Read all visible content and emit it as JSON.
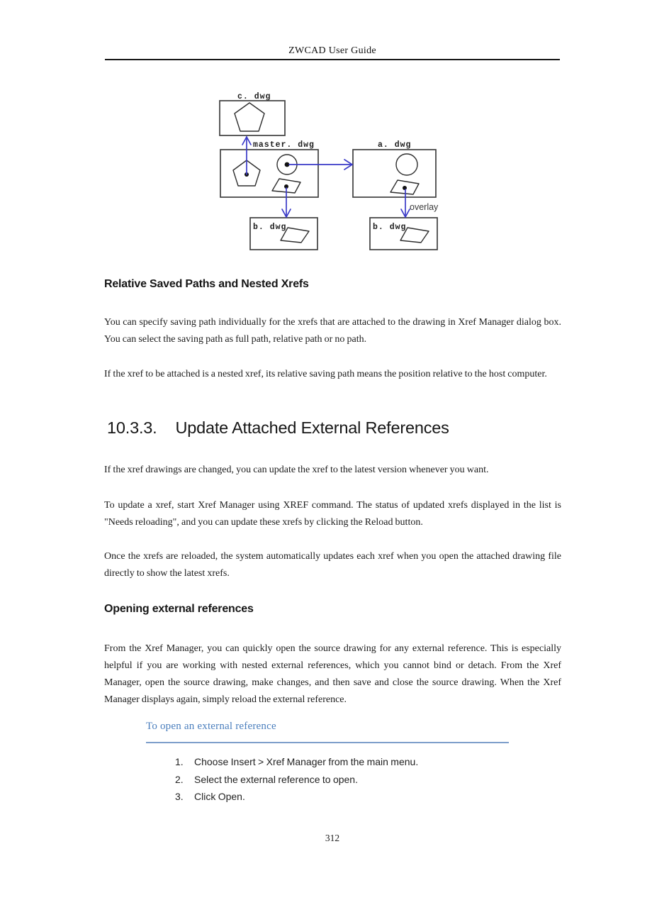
{
  "colors": {
    "accent_blue": "#4a7ebd",
    "rule_blue": "#7e9fcb",
    "arrow_blue": "#3a3ac8",
    "box_border": "#3f3f3f"
  },
  "header": {
    "title": "ZWCAD User Guide"
  },
  "diagram": {
    "labels": {
      "c_box": "c. dwg",
      "master_box": "master. dwg",
      "a_box": "a. dwg",
      "b_box_left": "b. dwg",
      "b_box_right": "b. dwg",
      "overlay": "overlay"
    }
  },
  "sections": {
    "relative_paths": {
      "heading": "Relative Saved Paths and Nested Xrefs",
      "p1": "You can specify saving path individually for the xrefs that are attached to the drawing in Xref Manager dialog box. You can select the saving path as full path, relative path or no path.",
      "p2": "If the xref to be attached is a nested xref, its relative saving path means the position relative to the host computer."
    },
    "update_refs": {
      "number": "10.3.3.",
      "title": "Update Attached External References",
      "p1": "If the xref drawings are changed, you can update the xref to the latest version whenever you want.",
      "p2": "To update a xref, start Xref Manager using XREF command. The status of updated xrefs displayed in the list is \"Needs reloading\", and you can update these xrefs by clicking the Reload button.",
      "p3": "Once the xrefs are reloaded, the system automatically updates each xref when you open the attached drawing file directly to show the latest xrefs."
    },
    "opening_refs": {
      "heading": "Opening external references",
      "p1": "From the Xref Manager, you can quickly open the source drawing for any external reference. This is especially helpful if you are working with nested external references, which you cannot bind or detach. From the Xref Manager, open the source drawing, make changes, and then save and close the source drawing. When the Xref Manager displays again, simply reload the external reference."
    }
  },
  "procedure": {
    "heading": "To open an external reference",
    "steps": [
      {
        "num": "1.",
        "text": "Choose Insert > Xref Manager from the main menu."
      },
      {
        "num": "2.",
        "text": "Select the external reference to open."
      },
      {
        "num": "3.",
        "text": "Click Open."
      }
    ]
  },
  "footer": {
    "page_number": "312"
  }
}
